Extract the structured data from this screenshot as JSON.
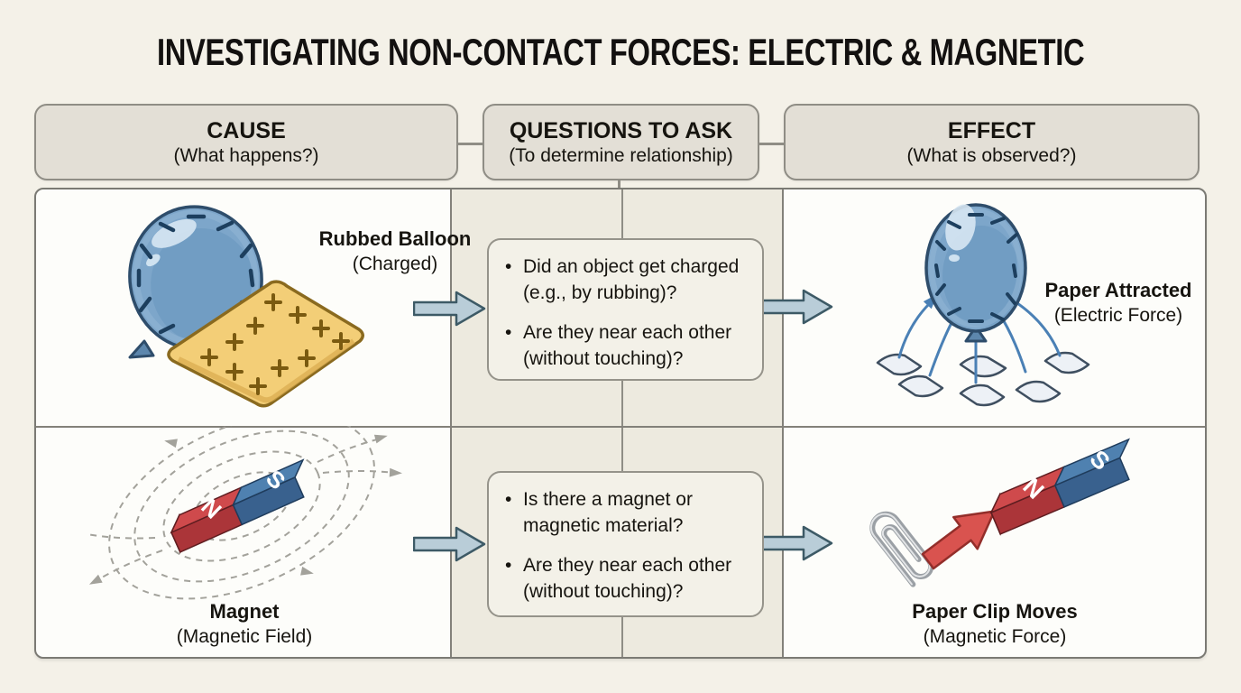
{
  "title": "INVESTIGATING NON-CONTACT FORCES: ELECTRIC & MAGNETIC",
  "ui": {
    "bullet": "•"
  },
  "columns": [
    {
      "heading": "CAUSE",
      "subheading": "(What happens?)"
    },
    {
      "heading": "QUESTIONS TO ASK",
      "subheading": "(To determine relationship)"
    },
    {
      "heading": "EFFECT",
      "subheading": "(What is observed?)"
    }
  ],
  "rows": [
    {
      "cause_label": "Rubbed Balloon",
      "cause_sublabel": "(Charged)",
      "questions": [
        {
          "line1": "Did an object get charged",
          "line2": "(e.g., by rubbing)?"
        },
        {
          "line1": "Are they near each other",
          "line2": "(without touching)?"
        }
      ],
      "effect_label": "Paper Attracted",
      "effect_sublabel": "(Electric Force)"
    },
    {
      "cause_label": "Magnet",
      "cause_sublabel": "(Magnetic Field)",
      "questions": [
        {
          "line1": "Is there a magnet or",
          "line2": "magnetic material?"
        },
        {
          "line1": "Are they near each other",
          "line2": "(without touching)?"
        }
      ],
      "effect_label": "Paper Clip Moves",
      "effect_sublabel": "(Magnetic Force)"
    }
  ],
  "magnet": {
    "north": "N",
    "south": "S"
  },
  "colors": {
    "background": "#f4f1e8",
    "header_fill": "#e3dfd6",
    "middle_column": "#edeadf",
    "cell_white": "#fdfdfa",
    "border_gray": "#7b7a74",
    "flow_arrow_fill": "#b9cdd8",
    "flow_arrow_stroke": "#3d5a66",
    "balloon_blue": "#7da6ca",
    "cloth_yellow": "#f3ce77",
    "magnet_red": "#cf4a4c",
    "magnet_blue": "#4f81b0",
    "force_arrow_red": "#d9534f",
    "attract_arrow_blue": "#4a80b5"
  }
}
